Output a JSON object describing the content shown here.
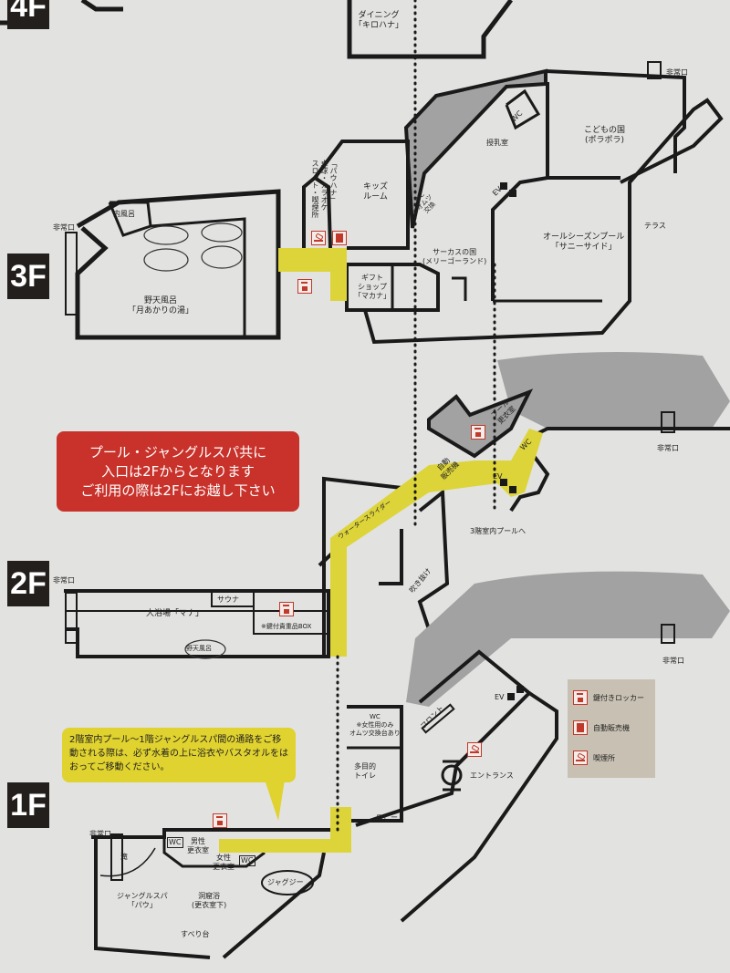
{
  "floors": [
    "4F",
    "3F",
    "2F",
    "1F"
  ],
  "floor4": {
    "dining": "ダイニング\n「キロハナ」"
  },
  "floor3": {
    "emergency_exit_left": "非常口",
    "emergency_exit_right": "非常口",
    "indoor_bath": "内風呂",
    "outdoor_bath": "野天風呂\n「月あかりの湯」",
    "pauhana": "「パウハナ」\n卓球・カラオケ\nスロット・喫煙所",
    "kids_room": "キッズ\nルーム",
    "gift_shop": "ギフト\nショップ\n「マカナ」",
    "circus": "サーカスの国\n(メリーゴーランド)",
    "nursing_room": "授乳室",
    "wc": "WC",
    "wc_diaper": "WC\nオムツ\n交換",
    "ev": "EV",
    "kids_land": "こどもの国\n(ポラポラ)",
    "pool": "オールシーズンプール\n「サニーサイド」",
    "terrace": "テラス"
  },
  "notice": {
    "lines": [
      "プール・ジャングルスパ共に",
      "入口は2Fからとなります",
      "ご利用の際は2Fにお越し下さい"
    ],
    "color": "#c8322b"
  },
  "floor2": {
    "emergency_exit_left": "非常口",
    "emergency_exit_right": "非常口",
    "main_bath": "大浴場「マナ」",
    "sauna": "サウナ",
    "valuables_box": "※鍵付貴重品BOX",
    "outdoor_bath": "野天風呂",
    "slide": "ウォータースライダー",
    "pool_changing": "プール\n更衣室",
    "wc": "WC",
    "vending": "自動\n販売機",
    "ev": "EV",
    "to_pool": "3階室内プールへ",
    "atrium": "吹き抜け"
  },
  "callout": {
    "text": "2階室内プール～1階ジャングルスパ間の通路をご移動される際は、必ず水着の上に浴衣やバスタオルをはおってご移動ください。",
    "color": "#e0d22f"
  },
  "floor1": {
    "emergency_exit": "非常口",
    "wc_women": "WC\n※女性用のみ\nオムツ交換台あり",
    "front": "フロント",
    "ev": "EV",
    "multipurpose_toilet": "多目的\nトイレ",
    "entrance": "エントランス",
    "lobby": "ロビー",
    "waterfall": "滝",
    "wc1": "WC",
    "wc2": "WC",
    "men_changing": "男性\n更衣室",
    "women_changing": "女性\n更衣室",
    "jungle_spa": "ジャングルスパ\n「パウ」",
    "cave_bath": "洞窟浴\n(更衣室下)",
    "jacuzzi": "ジャグジー",
    "slide": "すべり台"
  },
  "legend": {
    "items": [
      {
        "icon": "locker-icon",
        "label": "鍵付きロッカー"
      },
      {
        "icon": "vending-machine-icon",
        "label": "自動販売機"
      },
      {
        "icon": "smoking-area-icon",
        "label": "喫煙所"
      }
    ],
    "background": "#c8c1b3"
  },
  "colors": {
    "corridor": "#ddd43a",
    "wall": "#1a1a1a",
    "shared_area": "#a2a2a2",
    "icon_red": "#c0392b"
  }
}
